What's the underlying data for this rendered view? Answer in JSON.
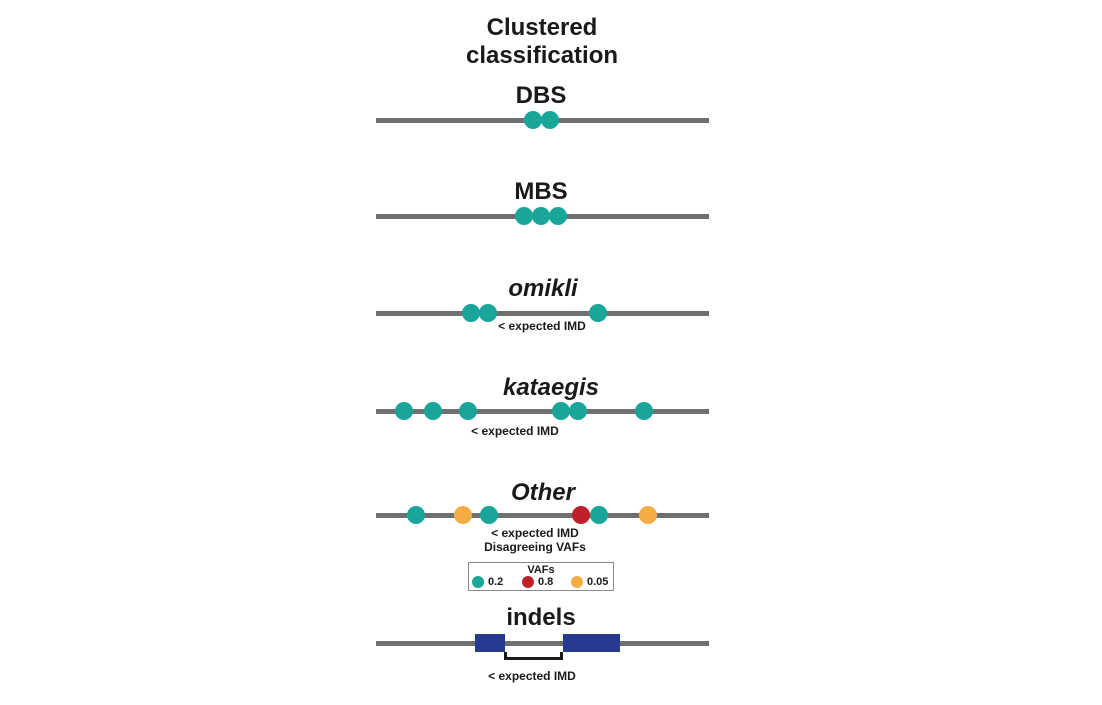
{
  "title_line1": "Clustered",
  "title_line2": "classification",
  "colors": {
    "track": "#6f6f6f",
    "teal": "#1aa59a",
    "red": "#c0202a",
    "orange": "#f4ad45",
    "indel_block": "#263a8f"
  },
  "rows": {
    "dbs": {
      "label": "DBS"
    },
    "mbs": {
      "label": "MBS"
    },
    "omikli": {
      "label": "omikli",
      "note": "< expected IMD"
    },
    "kataegis": {
      "label": "kataegis",
      "note": "< expected IMD"
    },
    "other": {
      "label": "Other",
      "note_1": "< expected IMD",
      "note_2": "Disagreeing VAFs"
    },
    "indels": {
      "label": "indels",
      "note": "< expected IMD"
    }
  },
  "legend": {
    "title": "VAFs",
    "items": [
      {
        "label": "0.2",
        "color": "teal"
      },
      {
        "label": "0.8",
        "color": "red"
      },
      {
        "label": "0.05",
        "color": "orange"
      }
    ]
  }
}
